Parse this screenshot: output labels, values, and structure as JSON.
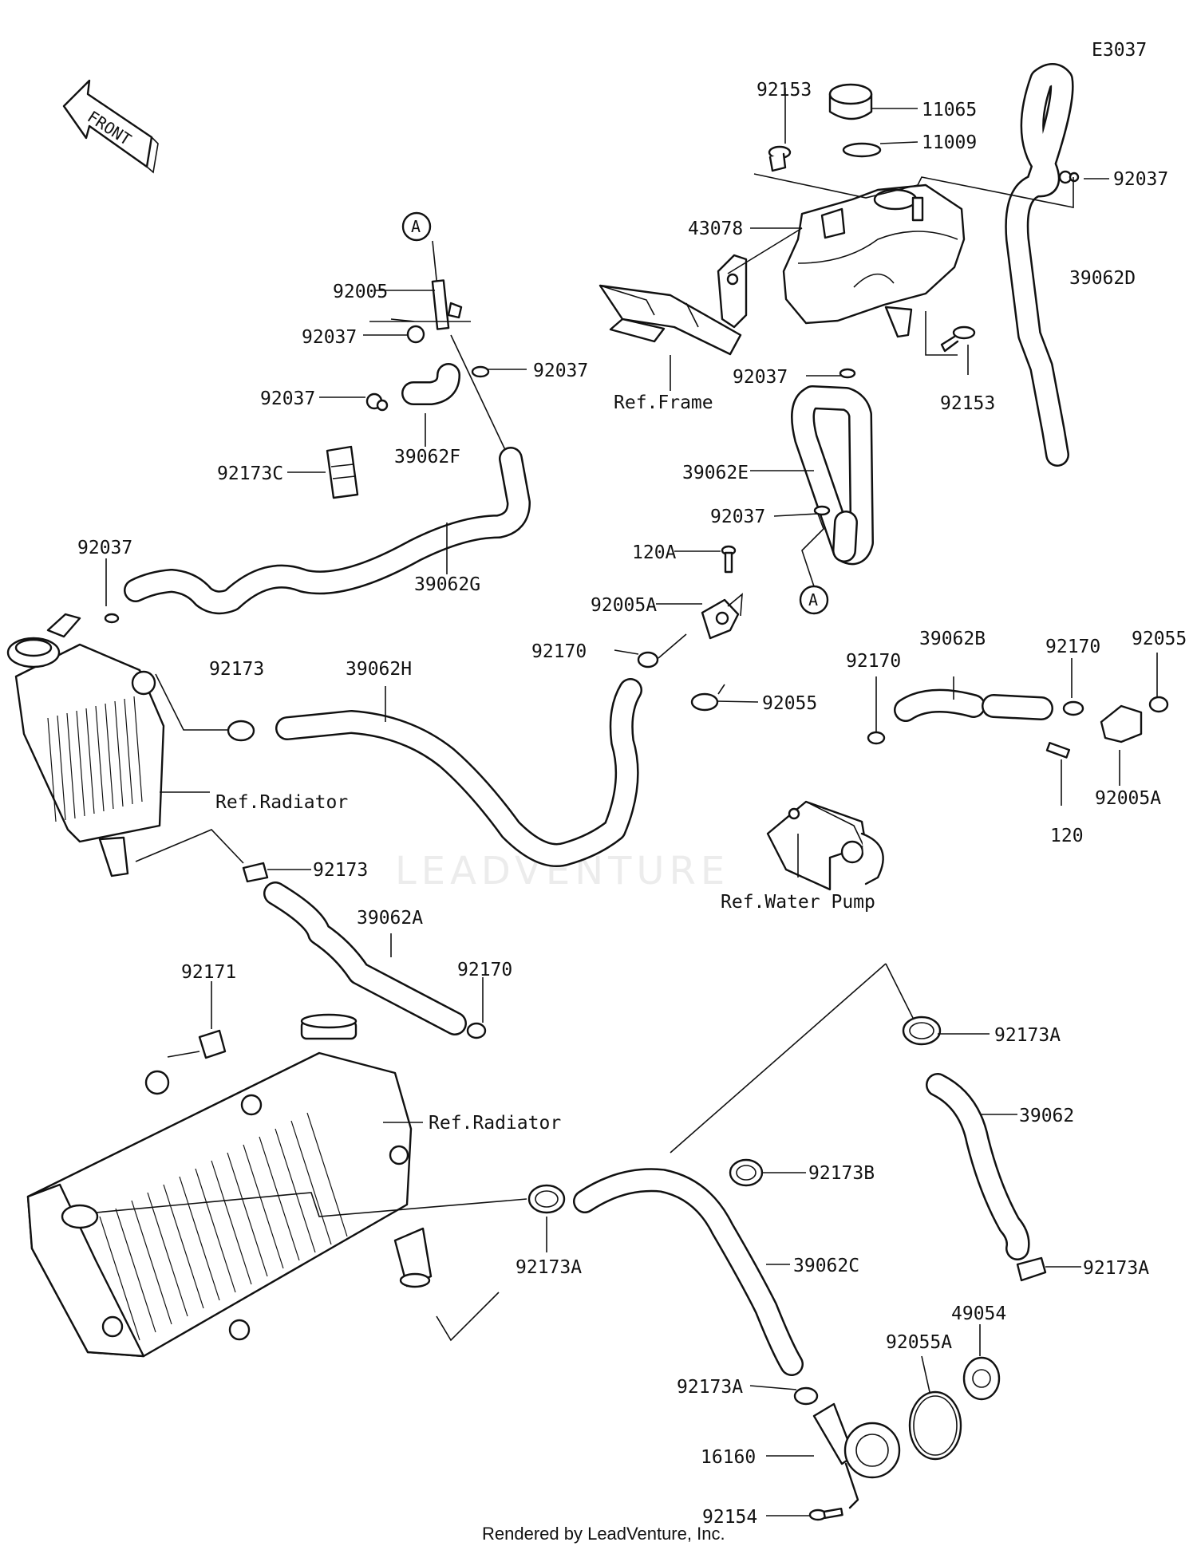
{
  "diagram_code": "E3037",
  "front_label": "FRONT",
  "callout_a_top": "A",
  "callout_a_bottom": "A",
  "watermark": "LEADVENTURE",
  "footer": "Rendered by LeadVenture, Inc.",
  "refs": {
    "frame": "Ref.Frame",
    "radiator_upper": "Ref.Radiator",
    "radiator_lower": "Ref.Radiator",
    "water_pump": "Ref.Water Pump"
  },
  "parts": {
    "p92153_top": "92153",
    "p11065": "11065",
    "p11009": "11009",
    "p92037_tr": "92037",
    "p43078": "43078",
    "p39062D": "39062D",
    "p92037_tank": "92037",
    "p92153_right": "92153",
    "p39062E": "39062E",
    "p92037_e": "92037",
    "p92005": "92005",
    "p92037_l1": "92037",
    "p92037_l2": "92037",
    "p92037_l3": "92037",
    "p39062F": "39062F",
    "p92173C": "92173C",
    "p92037_left": "92037",
    "p39062G": "39062G",
    "p120A": "120A",
    "p92005A_mid": "92005A",
    "p92170_mid": "92170",
    "p92055_mid": "92055",
    "p92173_up": "92173",
    "p39062H": "39062H",
    "p92170_right": "92170",
    "p39062B": "39062B",
    "p92170_far": "92170",
    "p92055_far": "92055",
    "p92005A_right": "92005A",
    "p120": "120",
    "p92173_low": "92173",
    "p39062A": "39062A",
    "p92170_low": "92170",
    "p92171": "92171",
    "p92173A_top": "92173A",
    "p39062": "39062",
    "p92173B": "92173B",
    "p92173A_left": "92173A",
    "p39062C": "39062C",
    "p92173A_right": "92173A",
    "p49054": "49054",
    "p92055A": "92055A",
    "p92173A_bottom": "92173A",
    "p16160": "16160",
    "p92154": "92154"
  }
}
